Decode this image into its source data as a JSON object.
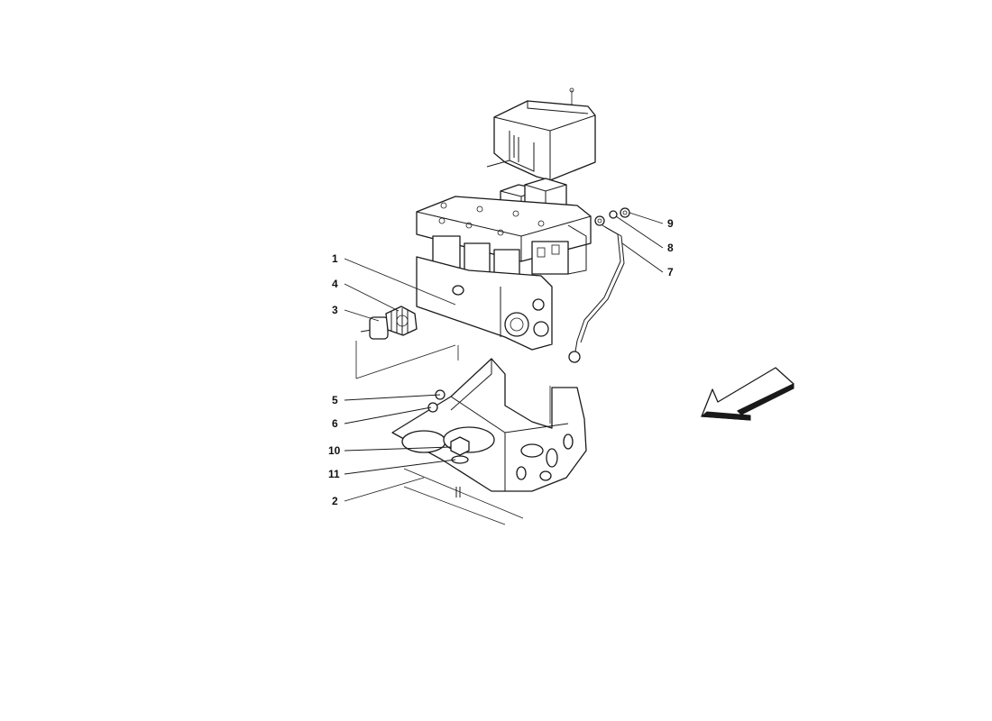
{
  "callouts": [
    {
      "id": "c1",
      "label": "1"
    },
    {
      "id": "c4",
      "label": "4"
    },
    {
      "id": "c3",
      "label": "3"
    },
    {
      "id": "c5",
      "label": "5"
    },
    {
      "id": "c6",
      "label": "6"
    },
    {
      "id": "c10",
      "label": "10"
    },
    {
      "id": "c11",
      "label": "11"
    },
    {
      "id": "c2",
      "label": "2"
    },
    {
      "id": "c9",
      "label": "9"
    },
    {
      "id": "c8",
      "label": "8"
    },
    {
      "id": "c7",
      "label": "7"
    }
  ],
  "direction_arrow": {
    "icon": "direction-arrow-icon"
  }
}
